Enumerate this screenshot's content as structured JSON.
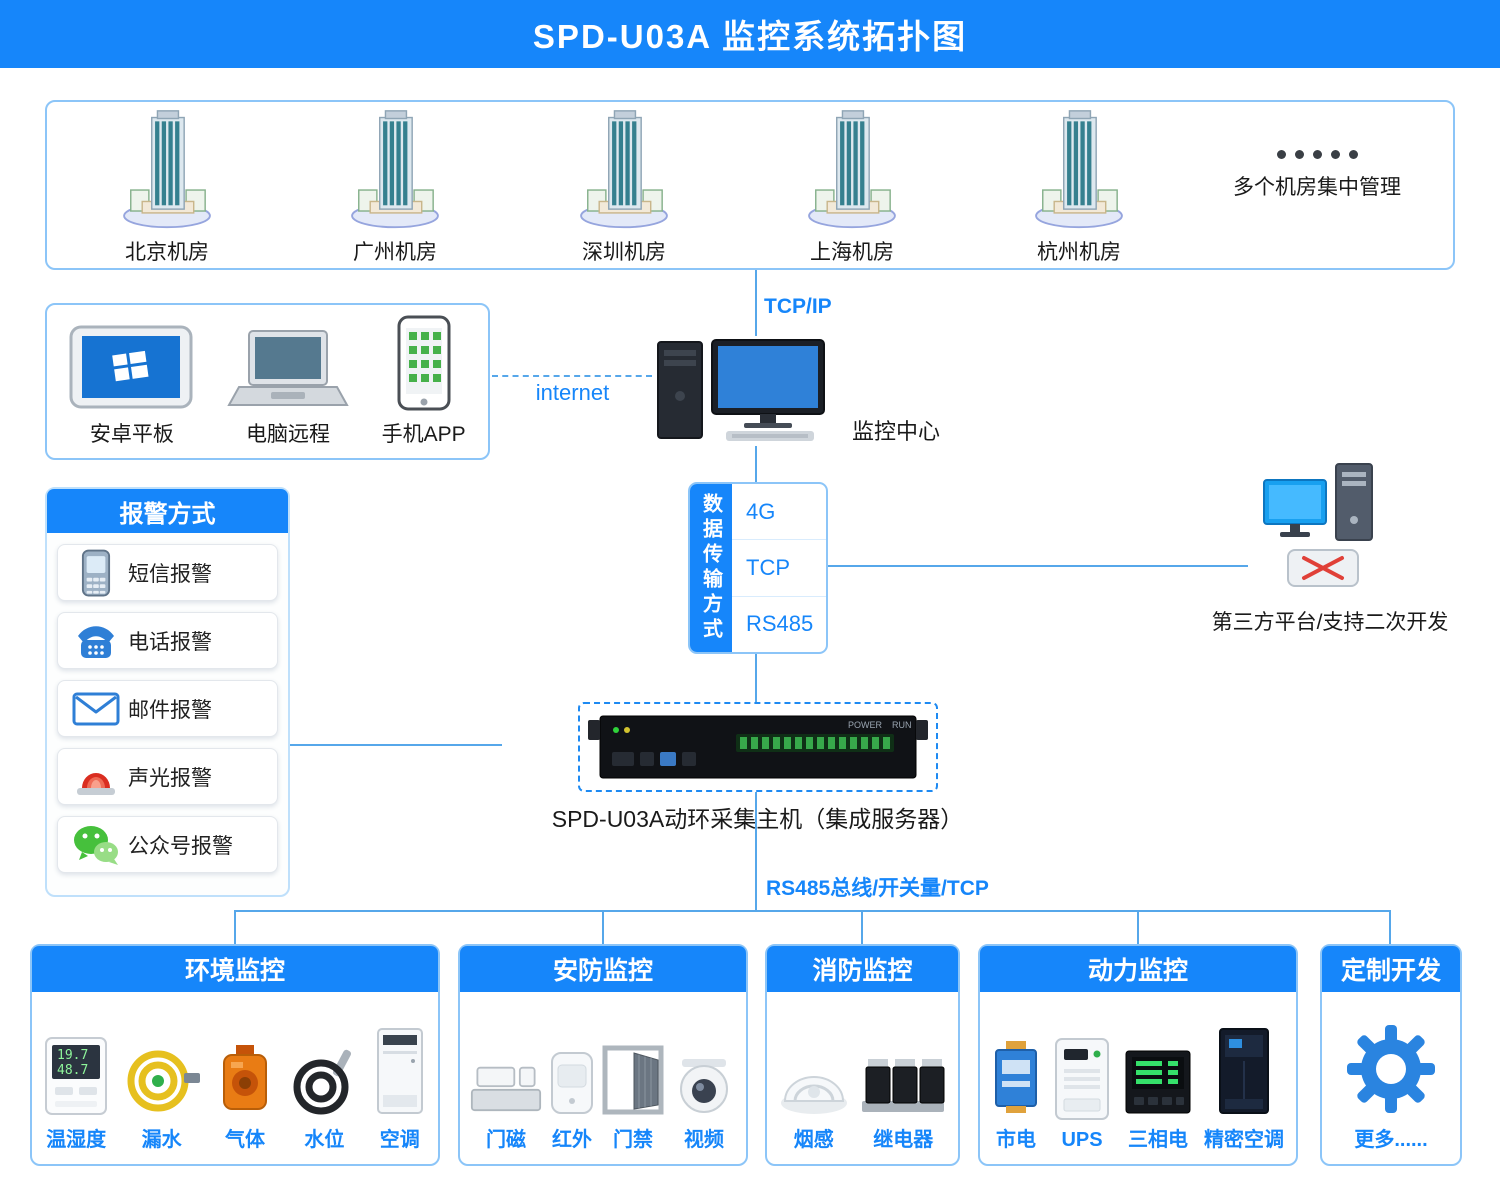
{
  "title": "SPD-U03A 监控系统拓扑图",
  "rooms": {
    "items": [
      {
        "label": "北京机房"
      },
      {
        "label": "广州机房"
      },
      {
        "label": "深圳机房"
      },
      {
        "label": "上海机房"
      },
      {
        "label": "杭州机房"
      }
    ],
    "more_label": "多个机房集中管理"
  },
  "clients": {
    "items": [
      {
        "label": "安卓平板"
      },
      {
        "label": "电脑远程"
      },
      {
        "label": "手机APP"
      }
    ]
  },
  "links": {
    "tcpip": "TCP/IP",
    "internet": "internet",
    "bus": "RS485总线/开关量/TCP"
  },
  "monitor_center": {
    "label": "监控中心"
  },
  "transmission": {
    "title": "数据传输方式",
    "modes": [
      "4G",
      "TCP",
      "RS485"
    ]
  },
  "third_party": {
    "label": "第三方平台/支持二次开发"
  },
  "alarm": {
    "title": "报警方式",
    "items": [
      {
        "label": "短信报警"
      },
      {
        "label": "电话报警"
      },
      {
        "label": "邮件报警"
      },
      {
        "label": "声光报警"
      },
      {
        "label": "公众号报警"
      }
    ]
  },
  "host": {
    "label": "SPD-U03A动环采集主机（集成服务器）",
    "panel": {
      "power": "POWER",
      "run": "RUN"
    }
  },
  "groups": [
    {
      "title": "环境监控",
      "items": [
        {
          "label": "温湿度",
          "lcd": [
            "19.7",
            "48.7"
          ]
        },
        {
          "label": "漏水"
        },
        {
          "label": "气体"
        },
        {
          "label": "水位"
        },
        {
          "label": "空调"
        }
      ]
    },
    {
      "title": "安防监控",
      "items": [
        {
          "label": "门磁"
        },
        {
          "label": "红外"
        },
        {
          "label": "门禁"
        },
        {
          "label": "视频"
        }
      ]
    },
    {
      "title": "消防监控",
      "items": [
        {
          "label": "烟感"
        },
        {
          "label": "继电器"
        }
      ]
    },
    {
      "title": "动力监控",
      "items": [
        {
          "label": "市电"
        },
        {
          "label": "UPS"
        },
        {
          "label": "三相电"
        },
        {
          "label": "精密空调"
        }
      ]
    },
    {
      "title": "定制开发",
      "items": [
        {
          "label": "更多......"
        }
      ]
    }
  ],
  "colors": {
    "accent": "#1686fa",
    "panel_border": "#8cc5f8",
    "connector_line": "#56a7ea",
    "label_blue": "#1686fa"
  }
}
